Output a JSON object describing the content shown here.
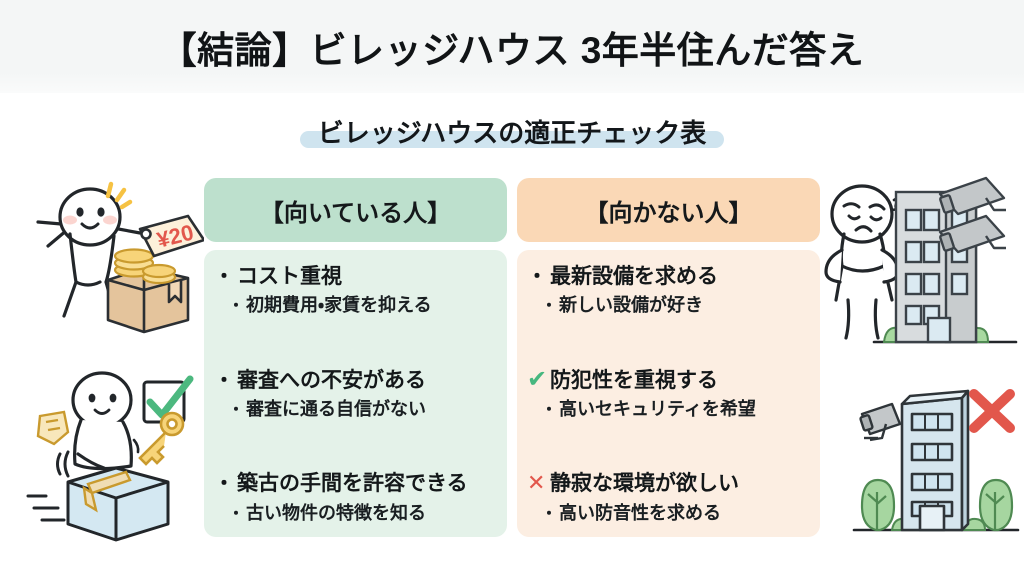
{
  "banner": {
    "title": "【結論】ビレッジハウス 3年半住んだ答え"
  },
  "subtitle": {
    "text": "ビレッジハウスの適正チェック表",
    "highlight_color": "#cfe4ef"
  },
  "columns": [
    {
      "id": "suited",
      "header": "【向いている人】",
      "header_color": "#bde0cd",
      "body_color": "#e4f2e9",
      "entries": [
        {
          "marker": "bullet",
          "main": "コスト重視",
          "sub_marker": "bullet",
          "sub": "初期費用・家賃を抑える"
        },
        {
          "marker": "bullet",
          "main": "審査への不安がある",
          "sub_marker": "bullet",
          "sub": "審査に通る自信がない"
        },
        {
          "marker": "bullet",
          "main": "築古の手間を許容できる",
          "sub_marker": "bullet",
          "sub": "古い物件の特徴を知る"
        }
      ]
    },
    {
      "id": "not-suited",
      "header": "【向かない人】",
      "header_color": "#fad8b6",
      "body_color": "#fceee2",
      "entries": [
        {
          "marker": "bullet",
          "main": "最新設備を求める",
          "sub_marker": "bullet",
          "sub": "新しい設備が好き"
        },
        {
          "marker": "check",
          "main": "防犯性を重視する",
          "sub_marker": "bullet",
          "sub": "高いセキュリティを希望"
        },
        {
          "marker": "cross",
          "main": "静寂な環境が欲しい",
          "sub_marker": "bullet",
          "sub": "高い防音性を求める"
        }
      ]
    }
  ],
  "markers": {
    "bullet": "・",
    "sub_bullet": "・",
    "check": "✔",
    "cross": "✕"
  },
  "illustrations": {
    "top_left": {
      "name": "happy-person-with-price-tag-and-box",
      "price_tag_label": "¥20"
    },
    "bottom_left": {
      "name": "person-opening-box-with-checkbox-and-key"
    },
    "top_right": {
      "name": "worried-person-with-building-and-security-cameras"
    },
    "bottom_right": {
      "name": "building-with-camera-and-red-cross"
    }
  },
  "colors": {
    "banner_bg": "#f4f6f6",
    "check_green": "#46b77f",
    "cross_red": "#e2574c",
    "tag_red": "#e2574c"
  }
}
